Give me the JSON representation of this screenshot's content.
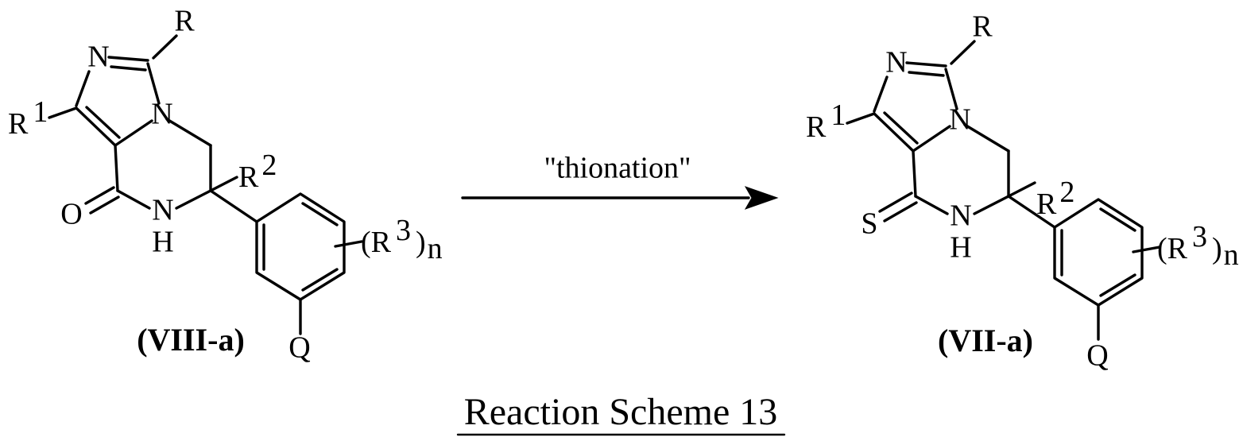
{
  "scheme": {
    "caption": "Reaction Scheme 13",
    "condition": "\"thionation\"",
    "reactant": {
      "compound_label": "(VIII-a)",
      "exo_atom": "O",
      "atoms": {
        "r": "R",
        "n_top": "N",
        "n_ring": "N",
        "nh_n": "N",
        "nh_h": "H",
        "q": "Q"
      },
      "r1": {
        "base": "R",
        "sup": "1"
      },
      "r2": {
        "base": "R",
        "sup": "2"
      },
      "r3": {
        "open": "(R",
        "sup": "3",
        "close": ")",
        "sub": "n"
      }
    },
    "product": {
      "compound_label": "(VII-a)",
      "exo_atom": "S",
      "atoms": {
        "r": "R",
        "n_top": "N",
        "n_ring": "N",
        "nh_n": "N",
        "nh_h": "H",
        "q": "Q"
      },
      "r1": {
        "base": "R",
        "sup": "1"
      },
      "r2": {
        "base": "R",
        "sup": "2"
      },
      "r3": {
        "open": "(R",
        "sup": "3",
        "close": ")",
        "sub": "n"
      }
    }
  }
}
